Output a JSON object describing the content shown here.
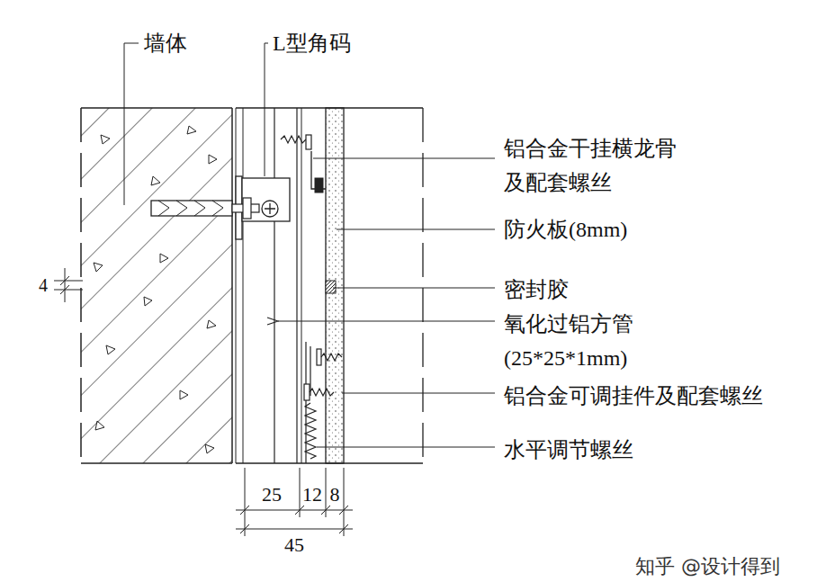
{
  "diagram": {
    "labels": [
      "墙体",
      "L型角码",
      "铝合金干挂横龙骨 及配套螺丝",
      "防火板(8mm)",
      "密封胶",
      "氧化过铝方管 (25*25*1mm)",
      "铝合金可调挂件及配套螺丝",
      "水平调节螺丝",
      "4",
      "25",
      "12",
      "8",
      "45",
      "知乎 @设计得到"
    ]
  }
}
